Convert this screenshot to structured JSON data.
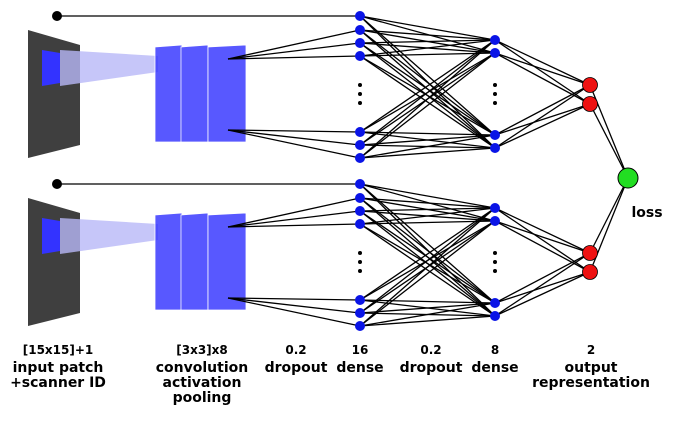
{
  "colors": {
    "neuron": "#0a14e6",
    "output_neuron": "#ee1111",
    "loss_neuron": "#22dd22",
    "patch": "#3f3f3f",
    "feature_map": "#3333ff",
    "beam": "#b8b8f8",
    "line": "#000000"
  },
  "labels": {
    "input": {
      "param": "[15x15]+1",
      "line1": "input patch",
      "line2": "+scanner ID"
    },
    "conv": {
      "param": "[3x3]x8",
      "line1": "convolution",
      "line2": "activation",
      "line3": "pooling"
    },
    "dropout1": {
      "param": "0.2",
      "line1": "dropout"
    },
    "dense1": {
      "param": "16",
      "line1": "dense"
    },
    "dropout2": {
      "param": "0.2",
      "line1": "dropout"
    },
    "dense2": {
      "param": "8",
      "line1": "dense"
    },
    "output": {
      "param": "2",
      "line1": "output",
      "line2": "representation"
    },
    "loss": "loss"
  }
}
